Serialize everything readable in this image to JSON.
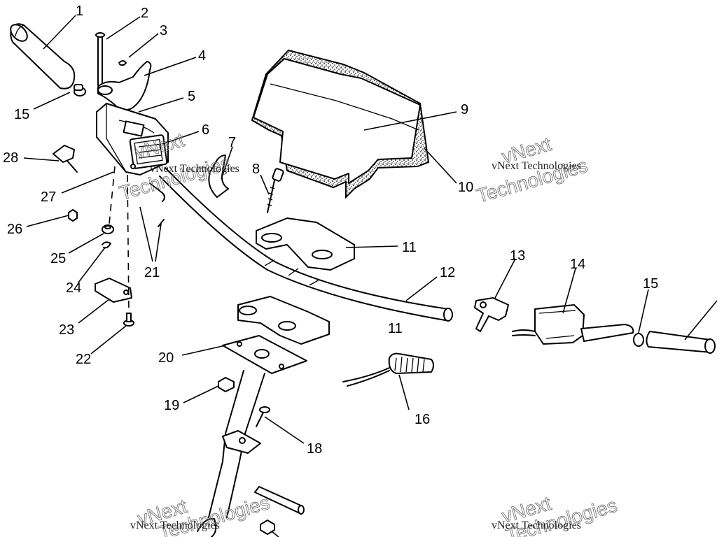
{
  "diagram": {
    "callouts": [
      {
        "id": "c1",
        "label": "1"
      },
      {
        "id": "c2",
        "label": "2"
      },
      {
        "id": "c3",
        "label": "3"
      },
      {
        "id": "c4",
        "label": "4"
      },
      {
        "id": "c5",
        "label": "5"
      },
      {
        "id": "c6",
        "label": "6"
      },
      {
        "id": "c7",
        "label": "7"
      },
      {
        "id": "c8",
        "label": "8"
      },
      {
        "id": "c9",
        "label": "9"
      },
      {
        "id": "c10",
        "label": "10"
      },
      {
        "id": "c11a",
        "label": "11"
      },
      {
        "id": "c11b",
        "label": "11"
      },
      {
        "id": "c12",
        "label": "12"
      },
      {
        "id": "c13",
        "label": "13"
      },
      {
        "id": "c14",
        "label": "14"
      },
      {
        "id": "c15a",
        "label": "15"
      },
      {
        "id": "c15b",
        "label": "15"
      },
      {
        "id": "c16",
        "label": "16"
      },
      {
        "id": "c18",
        "label": "18"
      },
      {
        "id": "c19",
        "label": "19"
      },
      {
        "id": "c20",
        "label": "20"
      },
      {
        "id": "c21",
        "label": "21"
      },
      {
        "id": "c22",
        "label": "22"
      },
      {
        "id": "c23",
        "label": "23"
      },
      {
        "id": "c24",
        "label": "24"
      },
      {
        "id": "c25",
        "label": "25"
      },
      {
        "id": "c26",
        "label": "26"
      },
      {
        "id": "c27",
        "label": "27"
      },
      {
        "id": "c28",
        "label": "28"
      }
    ],
    "watermark": {
      "main": "vNext Technologies",
      "overlay_top": "vNext",
      "overlay_bottom": "Technologies"
    }
  }
}
